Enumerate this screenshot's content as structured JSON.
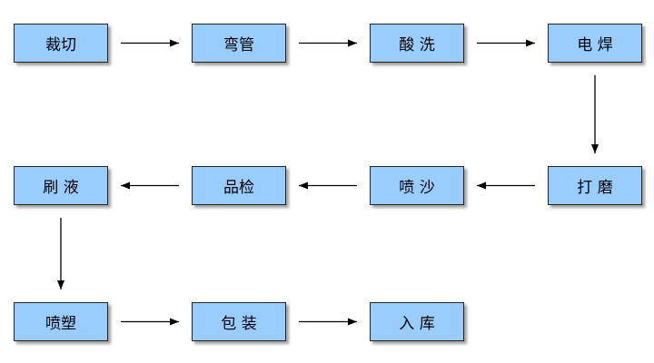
{
  "diagram": {
    "box_fill": "#99ccff",
    "border_color": "#222222",
    "arrow_color": "#000000",
    "steps": [
      {
        "id": "cut",
        "label": "裁切"
      },
      {
        "id": "bend",
        "label": "弯管"
      },
      {
        "id": "pickle",
        "label": "酸 洗"
      },
      {
        "id": "weld",
        "label": "电 焊"
      },
      {
        "id": "grind",
        "label": "打 磨"
      },
      {
        "id": "sandblast",
        "label": "喷 沙"
      },
      {
        "id": "inspect",
        "label": "品检"
      },
      {
        "id": "brush-liquid",
        "label": "刷 液"
      },
      {
        "id": "powder-coat",
        "label": "喷塑"
      },
      {
        "id": "package",
        "label": "包 装"
      },
      {
        "id": "warehouse",
        "label": "入 库"
      }
    ],
    "edges": [
      [
        "cut",
        "bend"
      ],
      [
        "bend",
        "pickle"
      ],
      [
        "pickle",
        "weld"
      ],
      [
        "weld",
        "grind"
      ],
      [
        "grind",
        "sandblast"
      ],
      [
        "sandblast",
        "inspect"
      ],
      [
        "inspect",
        "brush-liquid"
      ],
      [
        "brush-liquid",
        "powder-coat"
      ],
      [
        "powder-coat",
        "package"
      ],
      [
        "package",
        "warehouse"
      ]
    ]
  }
}
